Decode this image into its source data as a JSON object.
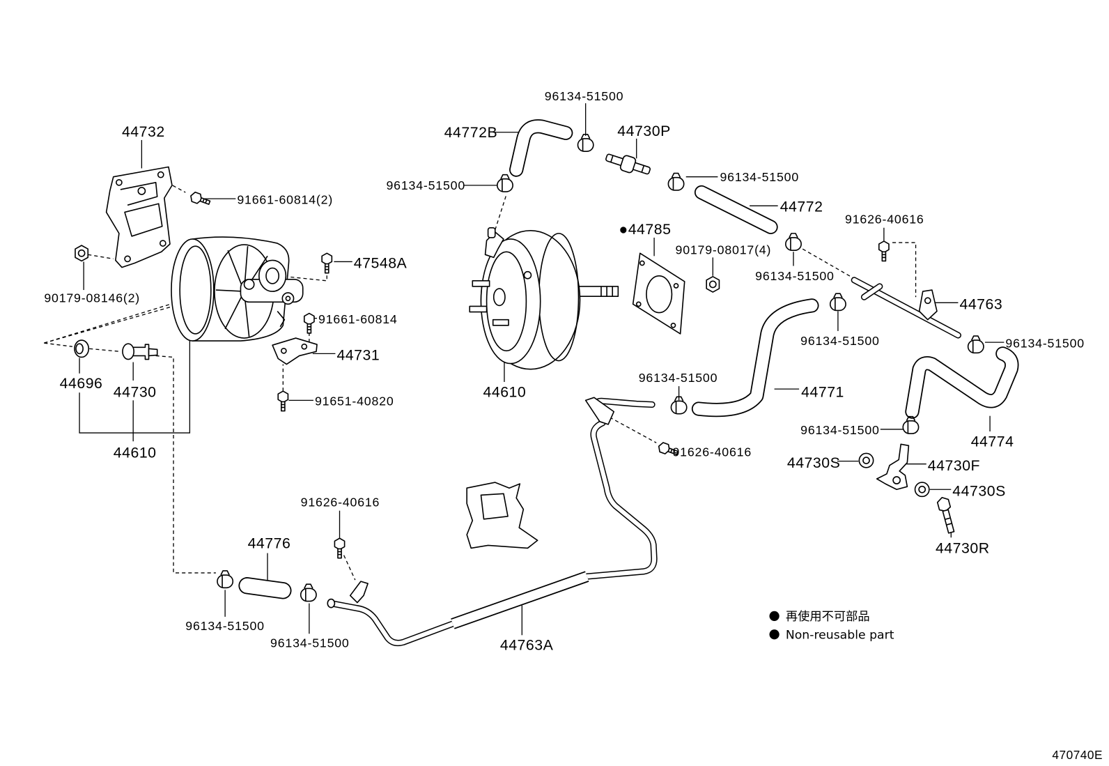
{
  "labels": [
    "96134-51500",
    "44772B",
    "44730P",
    "44732",
    "96134-51500",
    "96134-51500",
    "91661-60814(2)",
    "44772",
    "91626-40616",
    "●44785",
    "90179-08017(4)",
    "47548A",
    "96134-51500",
    "90179-08146(2)",
    "44763",
    "91661-60814",
    "96134-51500",
    "96134-51500",
    "44731",
    "44696",
    "44730",
    "44610",
    "96134-51500",
    "44771",
    "91651-40820",
    "96134-51500",
    "44774",
    "44610",
    "91626-40616",
    "44730S",
    "44730F",
    "44730S",
    "91626-40616",
    "44776",
    "44730R",
    "96134-51500",
    "96134-51500",
    "44763A"
  ],
  "legend": {
    "non_reusable_jp": "再使用不可部品",
    "non_reusable_en": "Non-reusable part"
  },
  "figure_id": "470740E"
}
